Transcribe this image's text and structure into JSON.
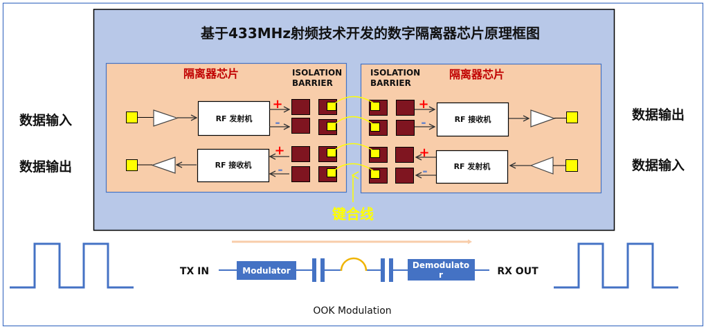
{
  "diagram": {
    "title": "基于433MHz射频技术开发的数字隔离器芯片原理框图",
    "left_labels": {
      "top": "数据输入",
      "bottom": "数据输出"
    },
    "right_labels": {
      "top": "数据输出",
      "bottom": "数据输入"
    },
    "left_chip": {
      "title": "隔离器芯片",
      "barrier_label_line1": "ISOLATION",
      "barrier_label_line2": "BARRIER",
      "top_block": "RF 发射机",
      "bottom_block": "RF 接收机",
      "plus": "+",
      "minus": "-"
    },
    "right_chip": {
      "title": "隔离器芯片",
      "barrier_label_line1": "ISOLATION",
      "barrier_label_line2": "BARRIER",
      "top_block": "RF 接收机",
      "bottom_block": "RF 发射机",
      "plus": "+",
      "minus": "-"
    },
    "bond_wire_label": "键合线",
    "ook": {
      "tx_label": "TX IN",
      "rx_label": "RX OUT",
      "modulator": "Modulator",
      "demodulator_line1": "Demodulato",
      "demodulator_line2": "r",
      "caption": "OOK Modulation"
    },
    "colors": {
      "panel_bg": "#b8c8e8",
      "chip_bg": "#f8cdaa",
      "pad_dark": "#7f1520",
      "pad_yellow": "#ffff00",
      "bond_wire": "#ffff00",
      "waveform": "#4472c4",
      "ook_box": "#4472c4",
      "arc": "#f0b400",
      "plus": "#ff0000",
      "minus": "#6b86c9",
      "chip_title": "#c00000"
    }
  }
}
